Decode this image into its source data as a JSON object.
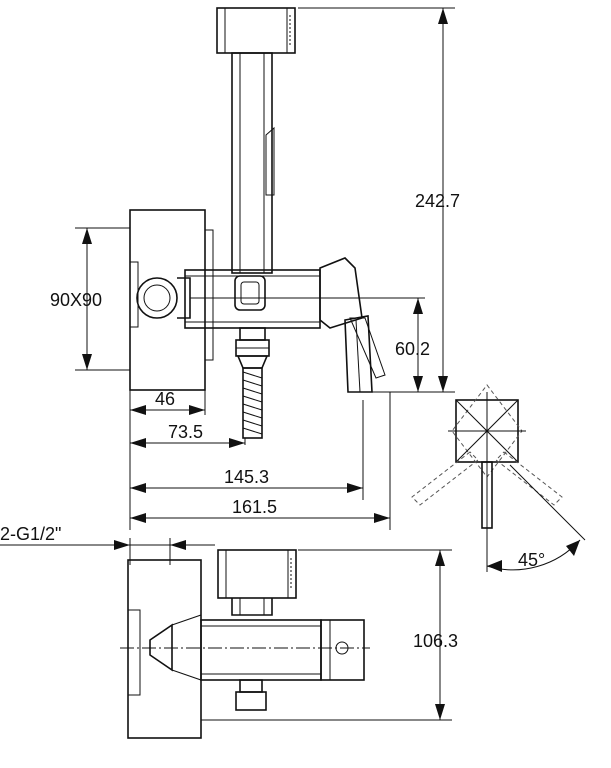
{
  "dimensions": {
    "height_total": "242.7",
    "mount_size": "90X90",
    "handle_drop": "60.2",
    "wall_to_hose": "46",
    "wall_to_body": "73.5",
    "wall_to_handle": "145.3",
    "overall_length": "161.5",
    "thread": "2-G1/2\"",
    "rotation_angle": "45°",
    "depth": "106.3"
  }
}
